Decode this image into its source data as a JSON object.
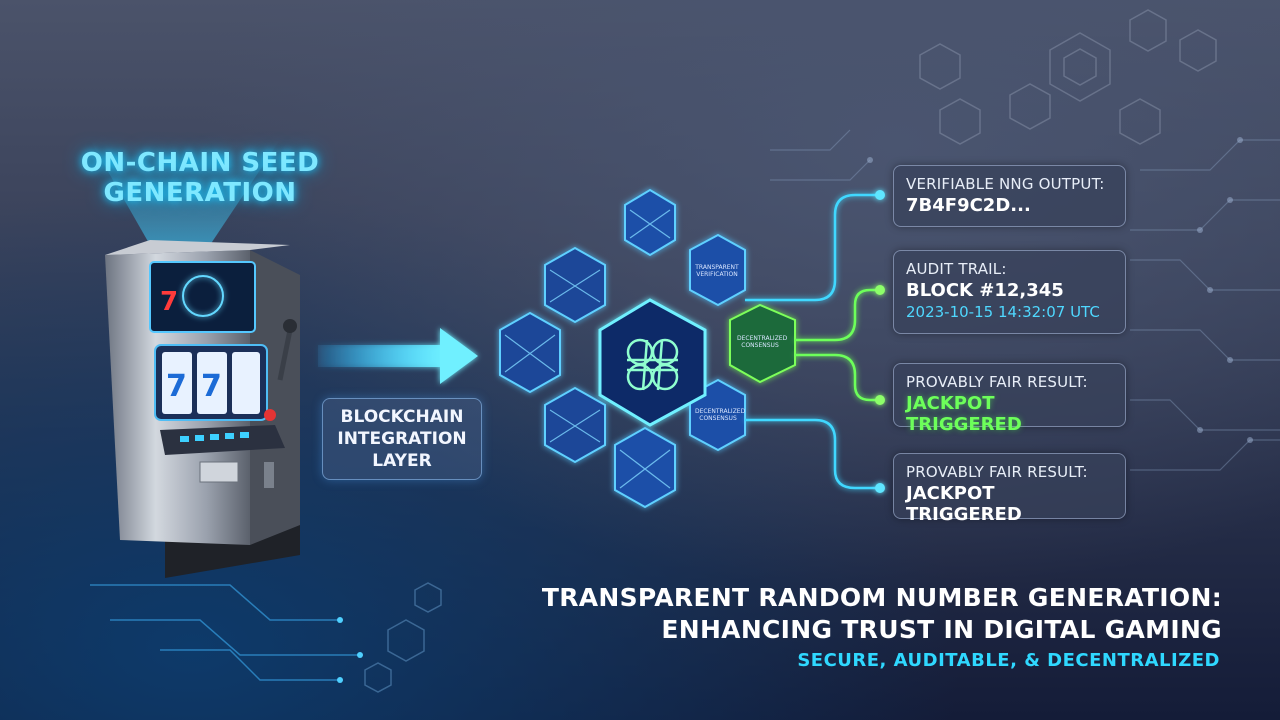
{
  "hologram": {
    "title": "ON-CHAIN SEED GENERATION"
  },
  "layer": {
    "label": "BLOCKCHAIN INTEGRATION LAYER"
  },
  "slot_machine": {
    "reel_symbol": "7"
  },
  "cubes": {
    "label_a": "TRANSPARENT VERIFICATION",
    "label_b": "DECENTRALIZED CONSENSUS",
    "label_c": "DECENTRALIZED CONSENSUS"
  },
  "panels": {
    "nng": {
      "label": "VERIFIABLE NNG OUTPUT:",
      "value": "7B4F9C2D..."
    },
    "audit": {
      "label": "AUDIT TRAIL:",
      "value": "BLOCK #12,345",
      "timestamp": "2023-10-15 14:32:07 UTC"
    },
    "fair1": {
      "label": "PROVABLY FAIR RESULT:",
      "value": "JACKPOT TRIGGERED"
    },
    "fair2": {
      "label": "PROVABLY FAIR RESULT:",
      "value": "JACKPOT TRIGGERED"
    }
  },
  "headline": {
    "line1": "TRANSPARENT RANDOM NUMBER GENERATION:",
    "line2": "ENHANCING TRUST IN DIGITAL GAMING",
    "tagline": "SECURE, AUDITABLE, & DECENTRALIZED"
  },
  "colors": {
    "accent_cyan": "#2fd8ff",
    "accent_green": "#6dff5a",
    "cube_blue": "#1d4fa8"
  },
  "icons": [
    "hexagon-icon",
    "circuit-icon",
    "arrow-right-icon",
    "cube-icon"
  ]
}
